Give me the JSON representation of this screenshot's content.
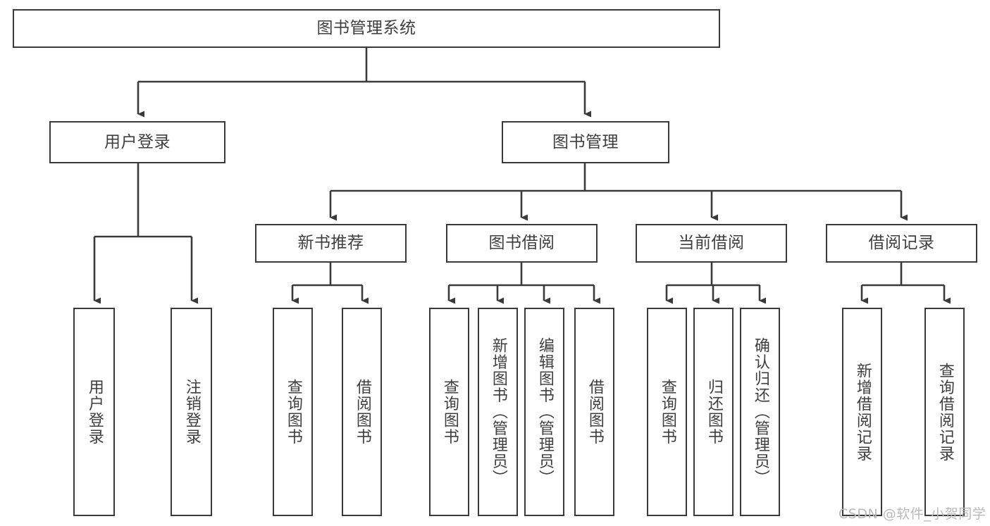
{
  "diagram": {
    "title": "图书管理系统",
    "type": "tree-hierarchy-chart",
    "colors": {
      "box_border": "#3a3a3a",
      "box_fill": "#ffffff",
      "text": "#3f3f3f",
      "connector": "#3a3a3a",
      "watermark": "#b9b9b9"
    },
    "nodes": {
      "root": {
        "label": "图书管理系统"
      },
      "level2": [
        {
          "id": "user-login",
          "label": "用户登录"
        },
        {
          "id": "book-management",
          "label": "图书管理"
        }
      ],
      "level3": [
        {
          "id": "new-book-recommend",
          "label": "新书推荐"
        },
        {
          "id": "book-borrow",
          "label": "图书借阅"
        },
        {
          "id": "current-borrow",
          "label": "当前借阅"
        },
        {
          "id": "borrow-record",
          "label": "借阅记录"
        }
      ],
      "level4": [
        {
          "id": "leaf-user-login",
          "label": "用户登录"
        },
        {
          "id": "leaf-logout-login",
          "label": "注销登录"
        },
        {
          "id": "leaf-query-book-1",
          "label": "查询图书"
        },
        {
          "id": "leaf-borrow-book-1",
          "label": "借阅图书"
        },
        {
          "id": "leaf-query-book-2",
          "label": "查询图书"
        },
        {
          "id": "leaf-add-book-admin",
          "label": "新增图书（管理员）"
        },
        {
          "id": "leaf-edit-book-admin",
          "label": "编辑图书（管理员）"
        },
        {
          "id": "leaf-borrow-book-2",
          "label": "借阅图书"
        },
        {
          "id": "leaf-query-book-3",
          "label": "查询图书"
        },
        {
          "id": "leaf-return-book",
          "label": "归还图书"
        },
        {
          "id": "leaf-confirm-return-admin",
          "label": "确认归还（管理员）"
        },
        {
          "id": "leaf-add-borrow-record",
          "label": "新增借阅记录"
        },
        {
          "id": "leaf-query-borrow-record",
          "label": "查询借阅记录"
        }
      ]
    }
  },
  "watermark": {
    "text": "CSDN @软件_小贺同学"
  }
}
